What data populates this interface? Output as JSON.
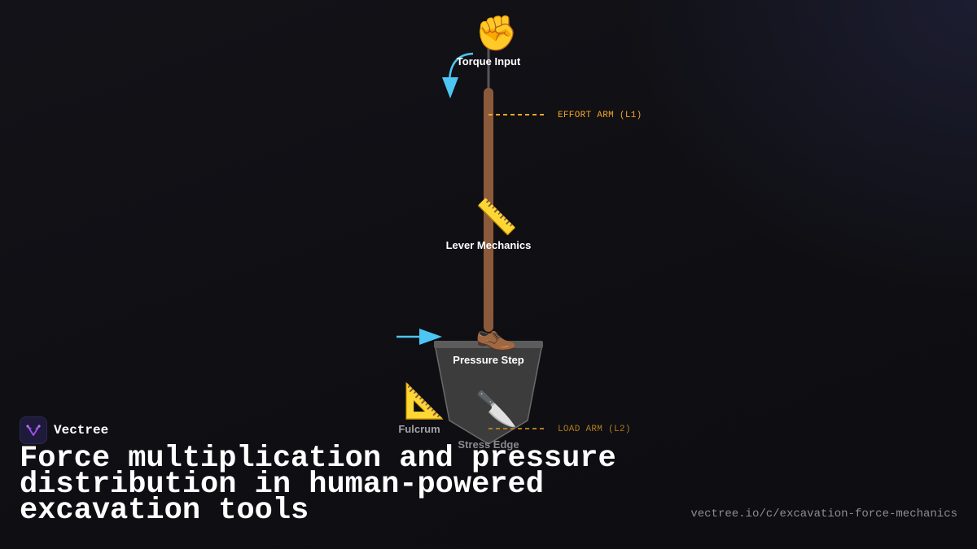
{
  "colors": {
    "background": "#0f0f13",
    "handle": "#8a5a3a",
    "blade": "#3a3a3a",
    "step": "#5a5a5a",
    "arrow": "#4cc6f2",
    "effort_arm": "#f5a623",
    "load_arm": "#b07a1e"
  },
  "nodes": {
    "torque_input": {
      "icon": "raised-fist",
      "emoji": "✊",
      "label": "Torque Input"
    },
    "lever_mechanics": {
      "icon": "ruler",
      "emoji": "📏",
      "label": "Lever Mechanics"
    },
    "pressure_step": {
      "icon": "shoe",
      "emoji": "👞",
      "label": "Pressure Step"
    },
    "fulcrum": {
      "icon": "triangular-ruler",
      "emoji": "📐",
      "label": "Fulcrum"
    },
    "stress_edge": {
      "icon": "knife",
      "emoji": "🔪",
      "label": "Stress Edge"
    }
  },
  "arms": {
    "effort": "EFFORT ARM (L1)",
    "load": "LOAD ARM (L2)"
  },
  "brand": {
    "name": "Vectree"
  },
  "title": "Force multiplication and pressure distribution in human-powered excavation tools",
  "source": "vectree.io/c/excavation-force-mechanics"
}
